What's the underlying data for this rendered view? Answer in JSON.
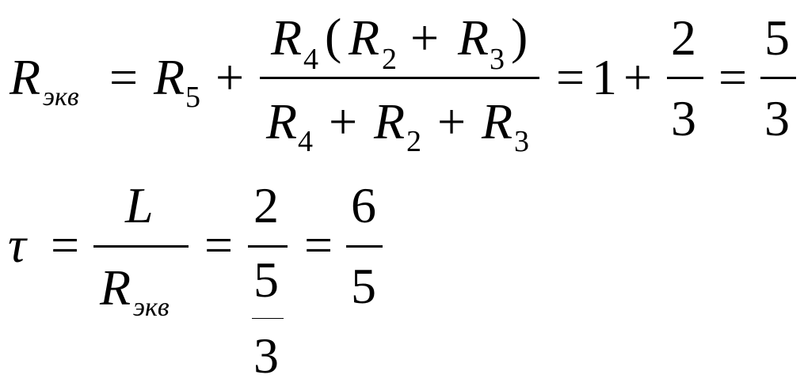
{
  "equation1": {
    "lhs_symbol": "R",
    "lhs_subscript": "экв",
    "equals": "=",
    "r5_symbol": "R",
    "r5_subscript": "5",
    "plus": "+",
    "numerator": {
      "r4_symbol": "R",
      "r4_subscript": "4",
      "open_paren": "(",
      "r2_symbol": "R",
      "r2_subscript": "2",
      "plus": "+",
      "r3_symbol": "R",
      "r3_subscript": "3",
      "close_paren": ")"
    },
    "denominator": {
      "r4_symbol": "R",
      "r4_subscript": "4",
      "plus1": "+",
      "r2_symbol": "R",
      "r2_subscript": "2",
      "plus2": "+",
      "r3_symbol": "R",
      "r3_subscript": "3"
    },
    "equals2": "=",
    "one": "1",
    "plus3": "+",
    "frac1": {
      "numerator": "2",
      "denominator": "3"
    },
    "equals3": "=",
    "frac2": {
      "numerator": "5",
      "denominator": "3"
    }
  },
  "equation2": {
    "lhs_symbol": "τ",
    "equals": "=",
    "frac1": {
      "numerator": "L",
      "denominator_symbol": "R",
      "denominator_subscript": "экв"
    },
    "equals2": "=",
    "frac2": {
      "numerator": "2",
      "denominator": "5",
      "sub_denominator": "3"
    },
    "equals3": "=",
    "frac3": {
      "numerator": "6",
      "denominator": "5"
    }
  }
}
